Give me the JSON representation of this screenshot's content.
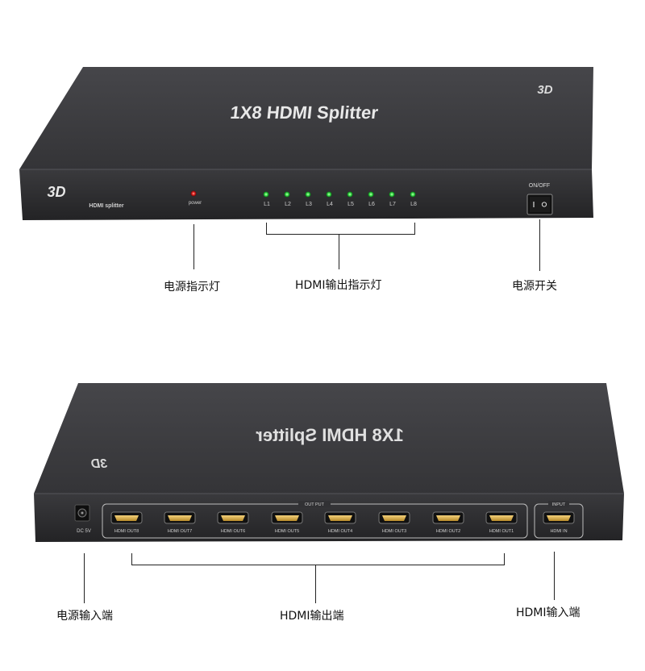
{
  "top_device": {
    "title": "1X8 HDMI Splitter",
    "badge_3d": "3D",
    "left_logo": "3D",
    "model_label": "HDMI splitter",
    "power_label": "power",
    "led_labels": [
      "L1",
      "L2",
      "L3",
      "L4",
      "L5",
      "L6",
      "L7",
      "L8"
    ],
    "switch_label": "ON/OFF"
  },
  "bottom_device": {
    "title": "1X8 HDMI Splitter",
    "logo": "3D",
    "dc_label": "DC 5V",
    "output_group_label": "OUT PUT",
    "input_group_label": "INPUT",
    "output_ports": [
      "HDMI OUT8",
      "HDMI OUT7",
      "HDMI OUT6",
      "HDMI OUT5",
      "HDMI OUT4",
      "HDMI OUT3",
      "HDMI OUT2",
      "HDMI OUT1"
    ],
    "input_port": "HDMI IN"
  },
  "callouts": {
    "power_indicator": "电源指示灯",
    "hdmi_output_indicator": "HDMI输出指示灯",
    "power_switch": "电源开关",
    "power_input": "电源输入端",
    "hdmi_output": "HDMI输出端",
    "hdmi_input": "HDMI输入端"
  },
  "colors": {
    "body_top": "#3a3a3d",
    "body_front": "#2b2b2e",
    "led_green": "#39e04a",
    "led_red": "#e02020"
  }
}
